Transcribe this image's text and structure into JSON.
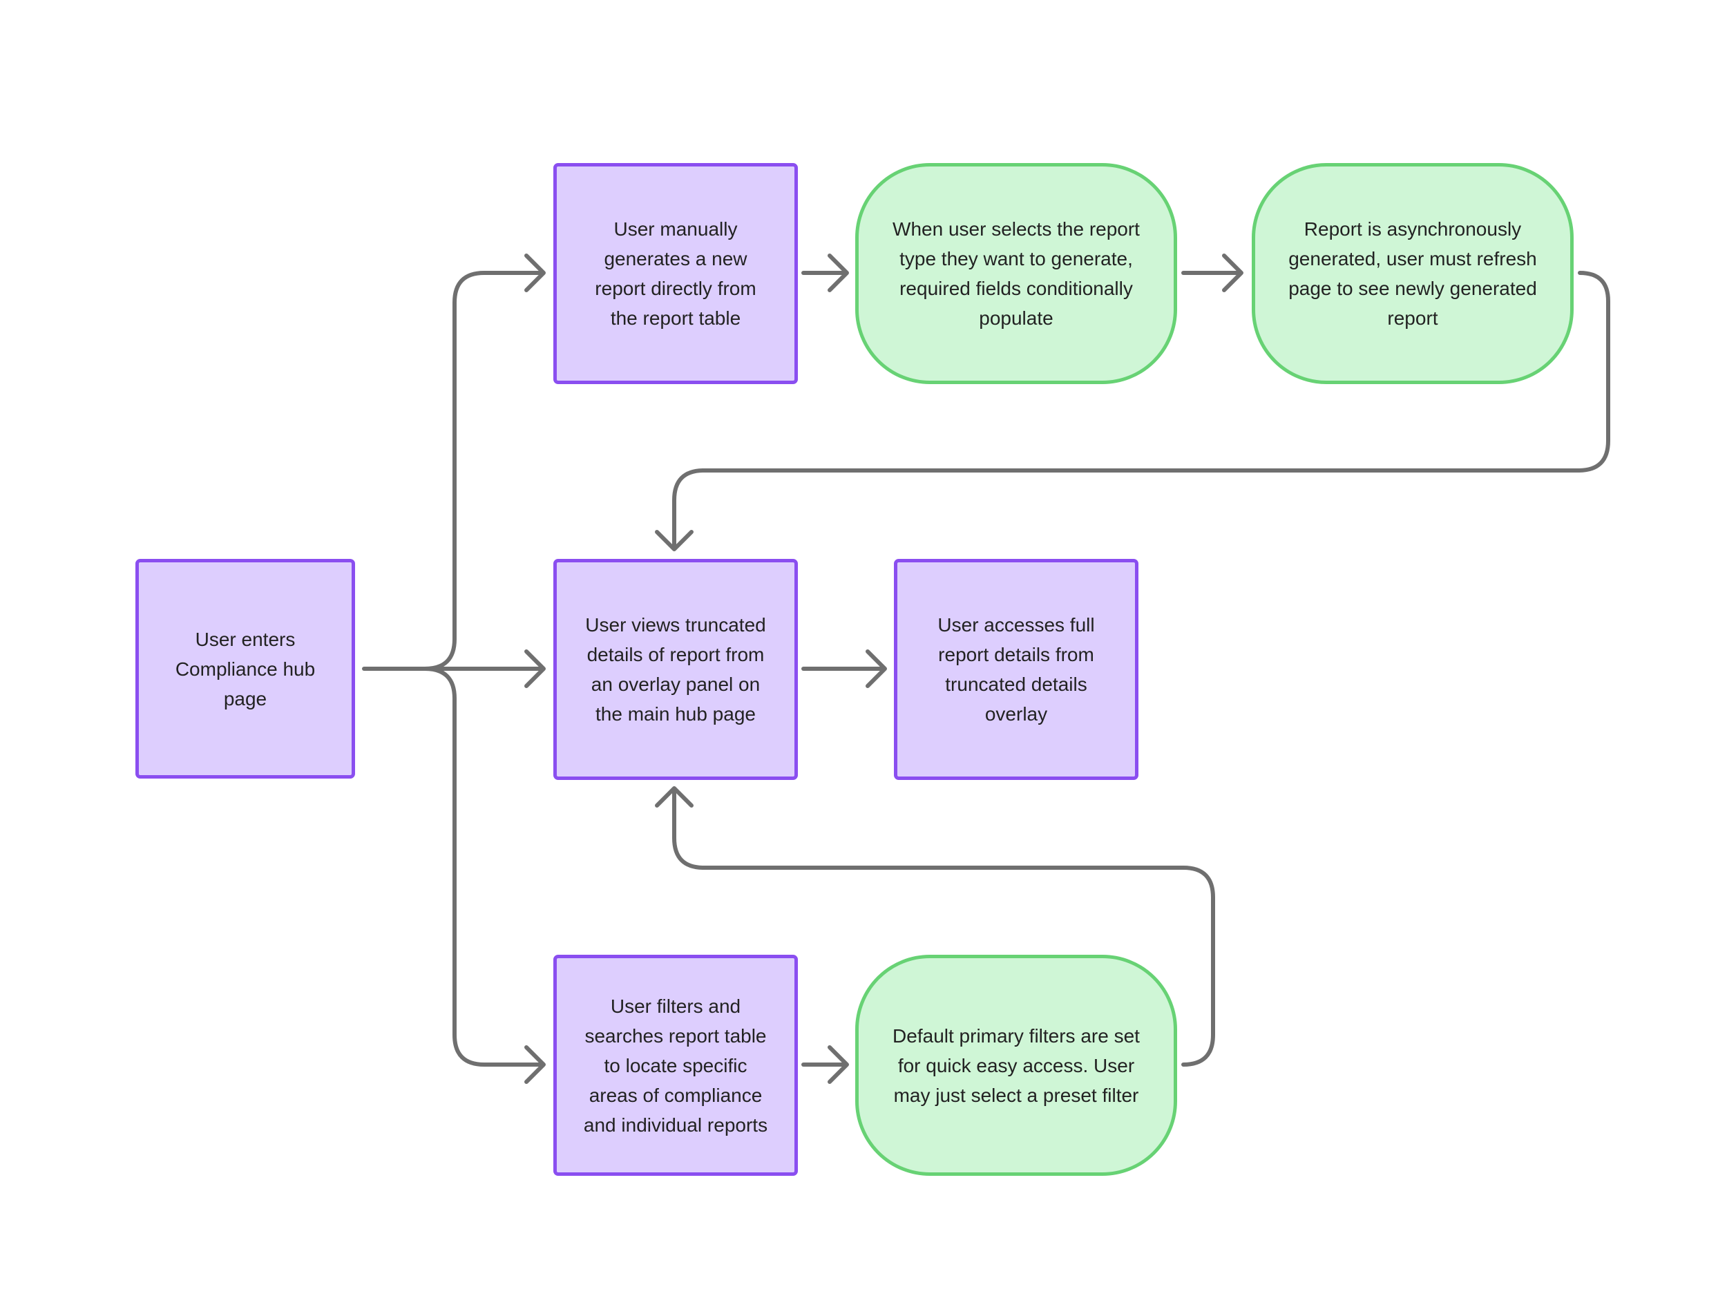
{
  "diagram": {
    "nodes": {
      "enter_hub": "User enters\nCompliance hub\npage",
      "manual_generate": "User manually\ngenerates a new\nreport directly from\nthe report table",
      "select_type": "When user selects the report\ntype they want to generate,\nrequired fields conditionally\npopulate",
      "async_generated": "Report is asynchronously\ngenerated, user must refresh\npage to see newly generated\nreport",
      "view_truncated": "User views truncated\ndetails of report from\nan overlay panel on\nthe main hub page",
      "access_full": "User accesses full\nreport details from\ntruncated details\noverlay",
      "filter_search": "User filters and\nsearches report table\nto locate specific\nareas of compliance\nand individual reports",
      "default_filters": "Default primary filters are set\nfor quick easy access. User\nmay just select a preset filter"
    },
    "colors": {
      "process_fill": "#ddcefe",
      "process_border": "#8a4ef0",
      "state_fill": "#cff6d6",
      "state_border": "#67d274",
      "connector": "#6f6f6f"
    }
  }
}
